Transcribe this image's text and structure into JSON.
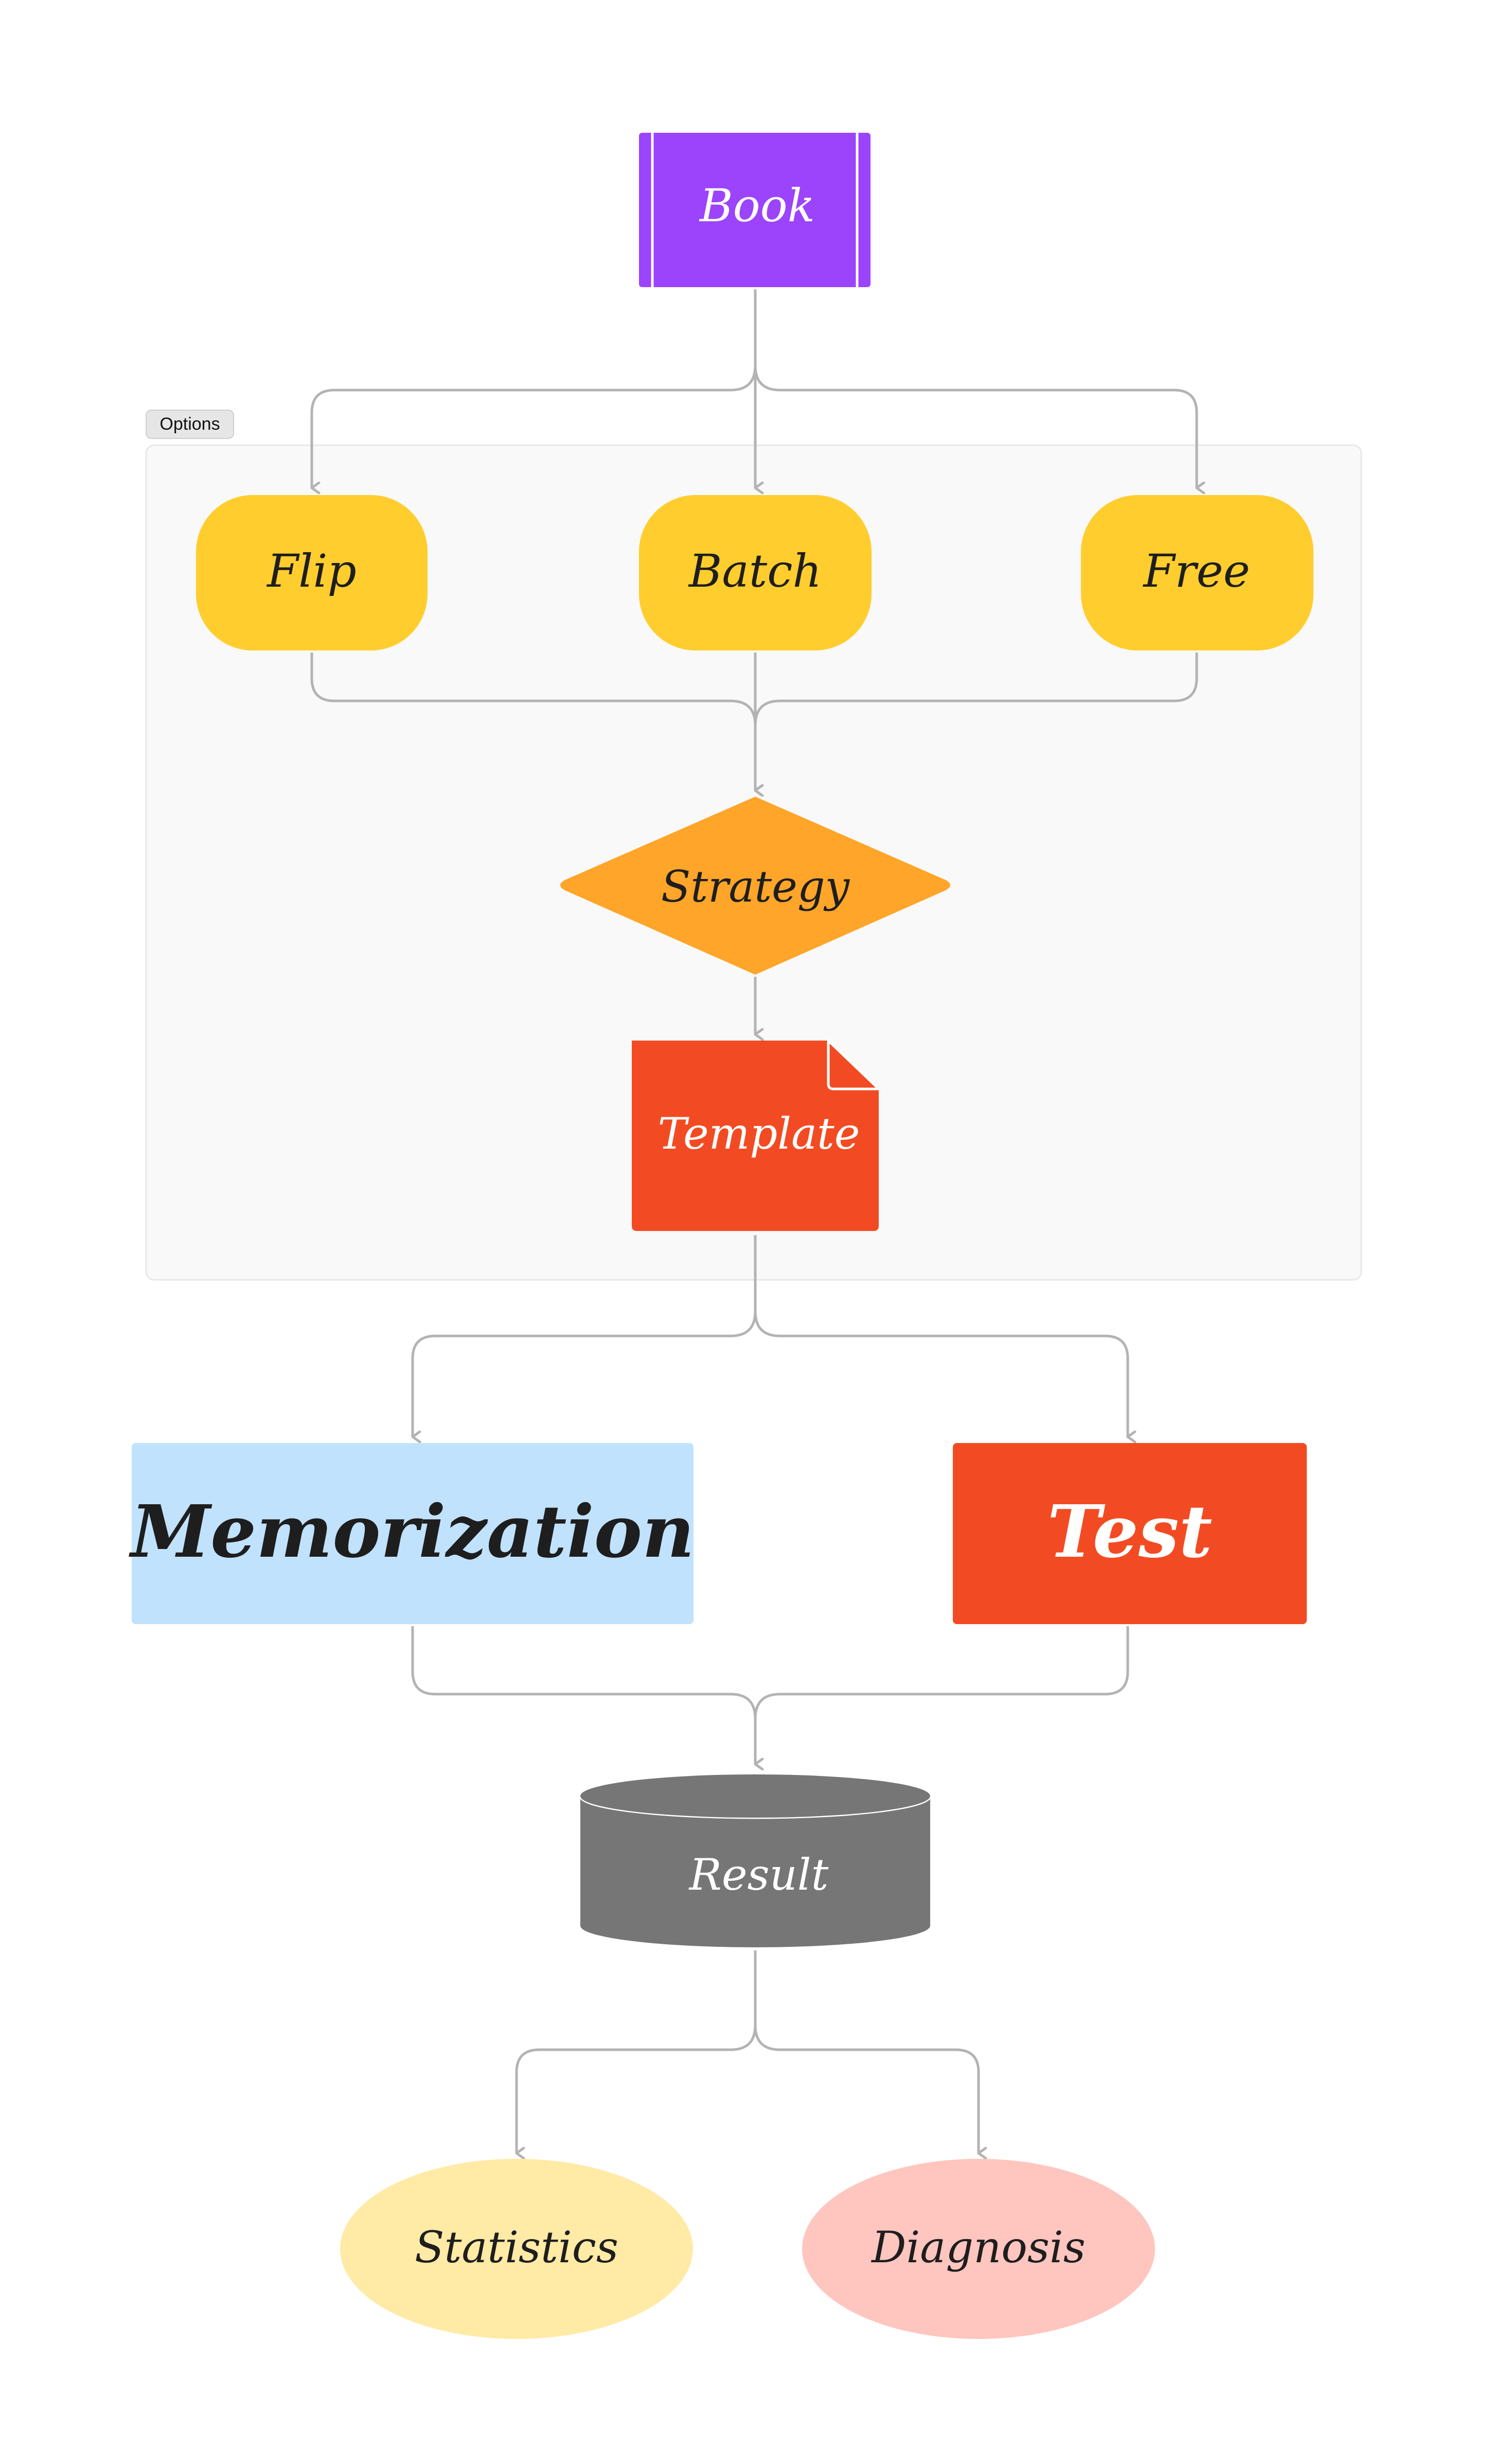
{
  "group": {
    "label": "Options"
  },
  "nodes": {
    "book": "Book",
    "flip": "Flip",
    "batch": "Batch",
    "free": "Free",
    "strategy": "Strategy",
    "template": "Template",
    "memorization": "Memorization",
    "test": "Test",
    "result": "Result",
    "statistics": "Statistics",
    "diagnosis": "Diagnosis"
  },
  "colors": {
    "book": "#9b44fb",
    "option": "#ffcd2e",
    "strategy": "#ffa52a",
    "template": "#f24b23",
    "memorization": "#c1e2fd",
    "test": "#f24b23",
    "result": "#767676",
    "statistics": "#ffeaa6",
    "diagnosis": "#ffc5bf",
    "connector": "#b3b3b3",
    "group_fill": "#f9f9f9",
    "group_border": "#e8e8e8"
  }
}
